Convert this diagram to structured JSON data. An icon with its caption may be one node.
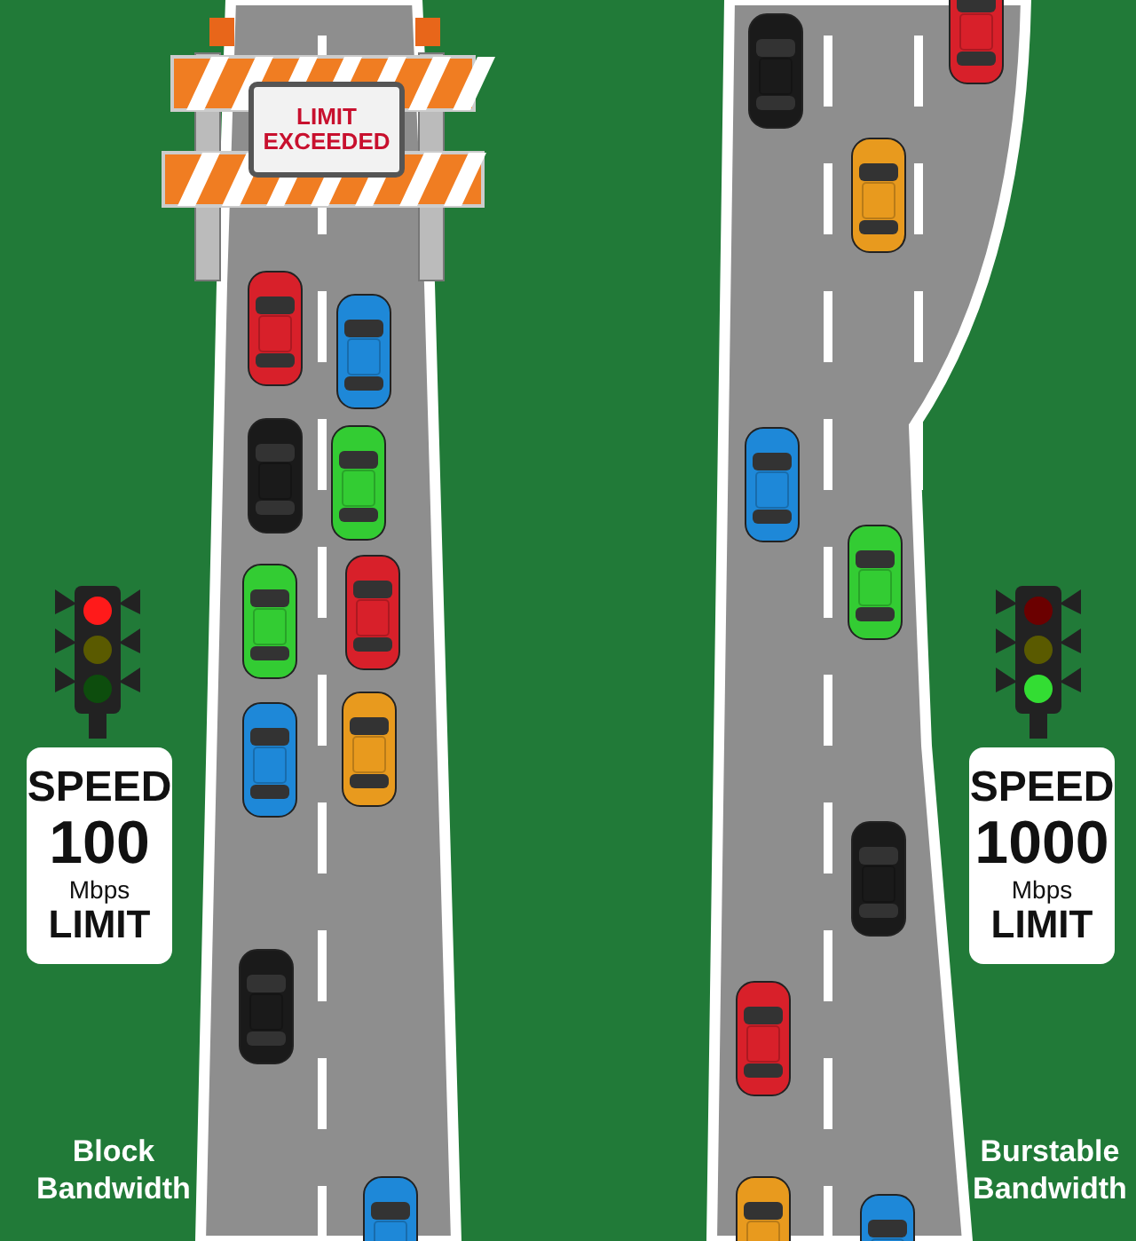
{
  "diagram": {
    "nodes": [
      {
        "text": [
          "LIMIT EXCEEDED"
        ]
      },
      {
        "text": [
          "SPEED",
          "100",
          "Mbps",
          "LIMIT"
        ]
      },
      {
        "text": [
          "SPEED",
          "1000",
          "Mbps",
          "LIMIT"
        ]
      }
    ],
    "labels": [
      "Block Bandwidth",
      "Burstable Bandwidth"
    ]
  }
}
